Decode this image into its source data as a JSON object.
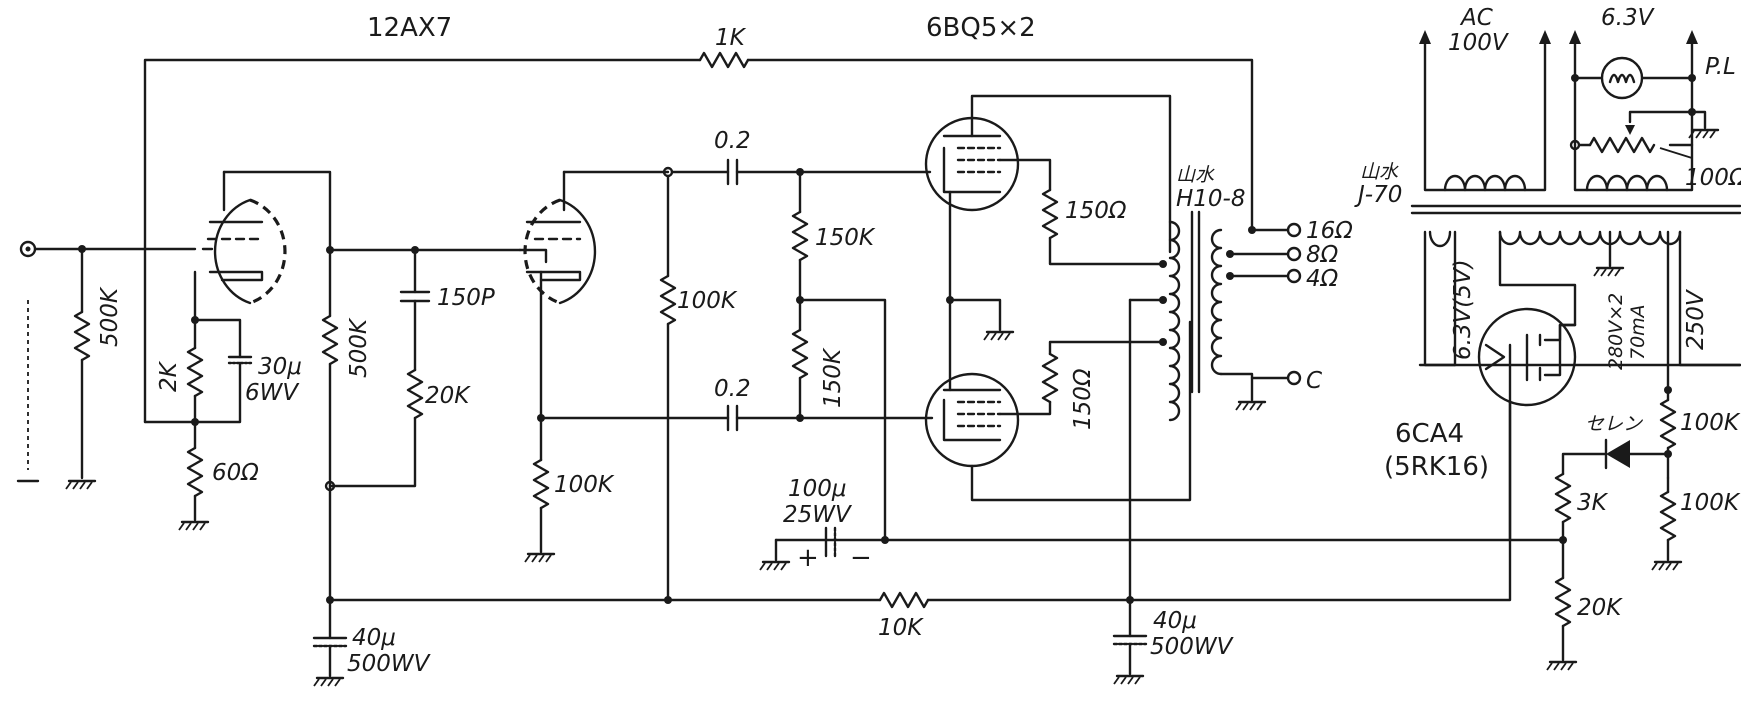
{
  "tubes": {
    "preamp": "12AX7",
    "output": "6BQ5×2",
    "rectifier": "6CA4",
    "rectifier_alt": "(5RK16)"
  },
  "feedback": {
    "resistor": "1K"
  },
  "input_stage": {
    "grid_leak": "500K",
    "cathode_r": "2K",
    "cathode_c_value": "30μ",
    "cathode_c_voltage": "6WV",
    "cathode_nfb_r": "60Ω",
    "plate_load": "500K"
  },
  "phase_inverter": {
    "comp_c": "150P",
    "comp_r": "20K",
    "cathode_load": "100K",
    "plate_load": "100K"
  },
  "coupling": {
    "cap_top": "0.2",
    "cap_bottom": "0.2",
    "grid_r_top": "150K",
    "grid_r_bottom": "150K",
    "bias_cap_value": "100μ",
    "bias_cap_voltage": "25WV",
    "bias_cap_plus": "+",
    "bias_cap_minus": "−"
  },
  "output_stage": {
    "screen_r_top": "150Ω",
    "screen_r_bottom": "150Ω"
  },
  "output_transformer": {
    "maker": "山水",
    "model": "H10-8",
    "taps": [
      "16Ω",
      "8Ω",
      "4Ω",
      "C"
    ]
  },
  "power_transformer": {
    "maker": "山水",
    "model": "J-70",
    "ac_in_label": "AC",
    "ac_in_voltage": "100V",
    "heater_voltage": "6.3V",
    "pilot_lamp": "P.L",
    "hum_balance": "100Ω",
    "rect_heater": "6.3V(5V)",
    "hv_secondary_1": "280V×2",
    "hv_secondary_2": "70mA",
    "hv_out": "250V"
  },
  "power_supply": {
    "filter_c1_value": "40μ",
    "filter_c1_voltage": "500WV",
    "filter_c2_value": "40μ",
    "filter_c2_voltage": "500WV",
    "dropping_r": "10K"
  },
  "bias_supply": {
    "selenium_label": "セレン",
    "divider_top_a": "100K",
    "divider_top_b": "100K",
    "series_r": "3K",
    "shunt_r": "20K"
  }
}
